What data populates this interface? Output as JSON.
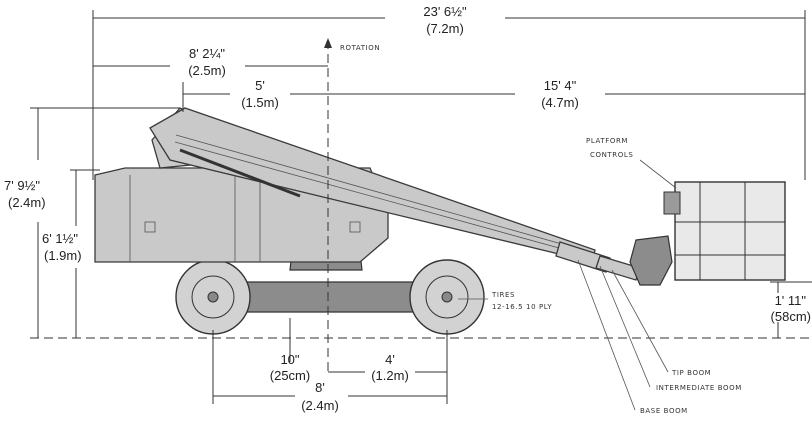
{
  "dimensions": {
    "overall_length": {
      "imperial": "23' 6½\"",
      "metric": "(7.2m)"
    },
    "tail_swing": {
      "imperial": "8' 2¼\"",
      "metric": "(2.5m)"
    },
    "pivot_to_rotation": {
      "imperial": "5'",
      "metric": "(1.5m)"
    },
    "boom_reach": {
      "imperial": "15' 4\"",
      "metric": "(4.7m)"
    },
    "stowed_height": {
      "imperial": "7' 9½\"",
      "metric": "(2.4m)"
    },
    "body_height": {
      "imperial": "6' 1½\"",
      "metric": "(1.9m)"
    },
    "platform_clearance": {
      "imperial": "1' 11\"",
      "metric": "(58cm)"
    },
    "ground_clearance": {
      "imperial": "10\"",
      "metric": "(25cm)"
    },
    "half_wheelbase": {
      "imperial": "4'",
      "metric": "(1.2m)"
    },
    "wheelbase": {
      "imperial": "8'",
      "metric": "(2.4m)"
    }
  },
  "callouts": {
    "rotation": "ROTATION",
    "platform_controls_line1": "PLATFORM",
    "platform_controls_line2": "CONTROLS",
    "tires_line1": "TIRES",
    "tires_line2": "12-16.5  10 PLY",
    "tip_boom": "TIP BOOM",
    "intermediate_boom": "INTERMEDIATE BOOM",
    "base_boom": "BASE BOOM"
  }
}
